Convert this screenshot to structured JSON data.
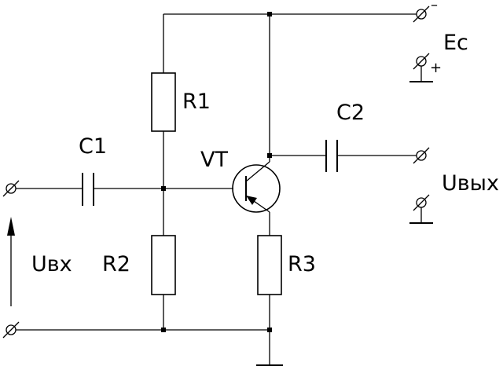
{
  "labels": {
    "r1": "R1",
    "r2": "R2",
    "r3": "R3",
    "c1": "C1",
    "c2": "C2",
    "vt": "VT",
    "ec": "Ec",
    "uin": "Uвх",
    "uout": "Uвых",
    "minus": "–",
    "plus": "+"
  }
}
